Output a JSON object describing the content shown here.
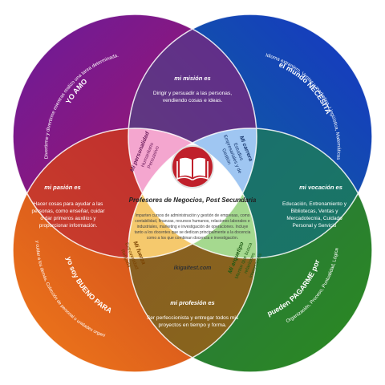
{
  "colors": {
    "purple": "#8b1a8f",
    "blue": "#1c2fb0",
    "orange": "#e56a1c",
    "green": "#2e8b22",
    "magenta_mid": "#a3186a",
    "teal_mid": "#0f6e8a",
    "amber_mid": "#c8520f",
    "olive_mid": "#3c7c18",
    "pink_petal": "#f4a6cf",
    "lightblue_petal": "#9fc6f2",
    "yellow_petal": "#f5c96d",
    "lightgreen_petal": "#a5d98f",
    "badge_red": "#c0202b"
  },
  "quadrants": {
    "love": {
      "title": "YO AMO",
      "text": "Divertirme y divertirme mientras realizo una tarea determinada."
    },
    "world_needs": {
      "title": "el mundo NECESITA",
      "text": "Idioma extranjero, Ventas y marketing, Lingüística, Matemáticas"
    },
    "good_at": {
      "title": "yo soy BUENO PARA",
      "text": "Vender o influenciar a otros, Asistir y cuidar a los demás, Colección de personal o unidades organizativas, Documentar la información"
    },
    "paid_for": {
      "title": "pueden PAGARME por",
      "text": "Organización, Proceso, Puntualidad, Lógica"
    }
  },
  "overlaps": {
    "mission": {
      "title": "mi misión es",
      "text": "Dirigir y persuadir a las personas, vendiendo cosas e ideas."
    },
    "passion": {
      "title": "mi pasión es",
      "text": "Hacer cosas para ayudar a las personas, como enseñar, cuidar o dar primeros auxilios y proporcionar información."
    },
    "vocation": {
      "title": "mi vocación es",
      "text": "Educación, Entrenamiento y Bibliotecas, Ventas y Mercadotecnia, Cuidado Personal y Servicio"
    },
    "profession": {
      "title": "mi profesión es",
      "text": "Ser perfeccionista y entregar todos mis proyectos en tiempo y forma."
    }
  },
  "petals": {
    "personality": {
      "title": "Mi personalidad",
      "text": "Humanitario Persuasivo"
    },
    "career": {
      "title": "Mi carrera",
      "text": "Estudios Empresariales y de Gestión"
    },
    "strengths": {
      "title": "Mi fuerza",
      "text": "Extrovertidad Relajada"
    },
    "archetype": {
      "title": "Mi arquetipo",
      "text": "Mentor que busca relaciones interesantes"
    }
  },
  "center": {
    "icon": "open-book-icon",
    "title": "Profesores de Negocios, Post Secundaria",
    "text": "Imparten cursos de administración y gestión de empresas, como contabilidad, finanzas, recursos humanos, relaciones laborales e industriales, marketing e investigación de operaciones. Incluye tanto a los docentes que se dedican principalmente a la docencia como a los que combinan docencia e investigación.",
    "site": "ikigaitest.com"
  }
}
